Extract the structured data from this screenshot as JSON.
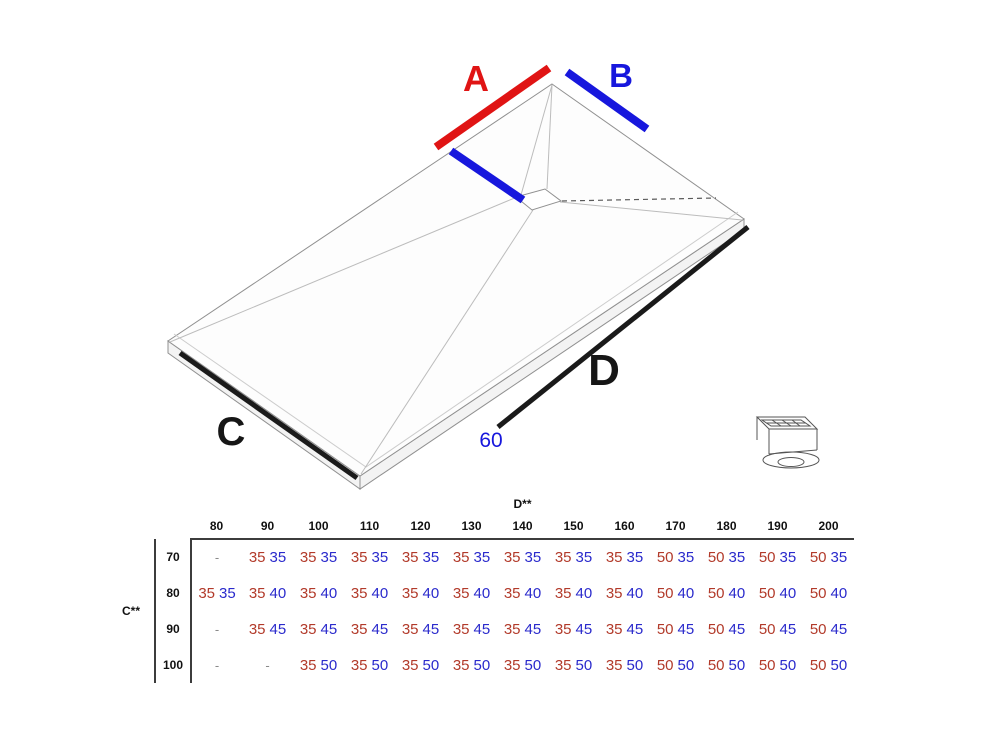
{
  "colors": {
    "diagram_red": "#e01414",
    "diagram_blue": "#1717dd",
    "table_red": "#b23a2a",
    "table_blue": "#2a2acc",
    "line_black": "#1a1a1a",
    "edge_gray": "#909090"
  },
  "diagram": {
    "label_a": "A",
    "label_b": "B",
    "label_c": "C",
    "label_d": "D",
    "label_60": "60"
  },
  "table": {
    "col_axis_label": "D**",
    "row_axis_label": "C**",
    "columns": [
      "80",
      "90",
      "100",
      "110",
      "120",
      "130",
      "140",
      "150",
      "160",
      "170",
      "180",
      "190",
      "200"
    ],
    "rows": [
      {
        "label": "70",
        "cells": [
          [
            "-"
          ],
          [
            "35",
            "35"
          ],
          [
            "35",
            "35"
          ],
          [
            "35",
            "35"
          ],
          [
            "35",
            "35"
          ],
          [
            "35",
            "35"
          ],
          [
            "35",
            "35"
          ],
          [
            "35",
            "35"
          ],
          [
            "35",
            "35"
          ],
          [
            "50",
            "35"
          ],
          [
            "50",
            "35"
          ],
          [
            "50",
            "35"
          ],
          [
            "50",
            "35"
          ]
        ]
      },
      {
        "label": "80",
        "cells": [
          [
            "35",
            "35"
          ],
          [
            "35",
            "40"
          ],
          [
            "35",
            "40"
          ],
          [
            "35",
            "40"
          ],
          [
            "35",
            "40"
          ],
          [
            "35",
            "40"
          ],
          [
            "35",
            "40"
          ],
          [
            "35",
            "40"
          ],
          [
            "35",
            "40"
          ],
          [
            "50",
            "40"
          ],
          [
            "50",
            "40"
          ],
          [
            "50",
            "40"
          ],
          [
            "50",
            "40"
          ]
        ]
      },
      {
        "label": "90",
        "cells": [
          [
            "-"
          ],
          [
            "35",
            "45"
          ],
          [
            "35",
            "45"
          ],
          [
            "35",
            "45"
          ],
          [
            "35",
            "45"
          ],
          [
            "35",
            "45"
          ],
          [
            "35",
            "45"
          ],
          [
            "35",
            "45"
          ],
          [
            "35",
            "45"
          ],
          [
            "50",
            "45"
          ],
          [
            "50",
            "45"
          ],
          [
            "50",
            "45"
          ],
          [
            "50",
            "45"
          ]
        ]
      },
      {
        "label": "100",
        "cells": [
          [
            "-"
          ],
          [
            "-"
          ],
          [
            "35",
            "50"
          ],
          [
            "35",
            "50"
          ],
          [
            "35",
            "50"
          ],
          [
            "35",
            "50"
          ],
          [
            "35",
            "50"
          ],
          [
            "35",
            "50"
          ],
          [
            "35",
            "50"
          ],
          [
            "50",
            "50"
          ],
          [
            "50",
            "50"
          ],
          [
            "50",
            "50"
          ],
          [
            "50",
            "50"
          ]
        ]
      }
    ]
  }
}
